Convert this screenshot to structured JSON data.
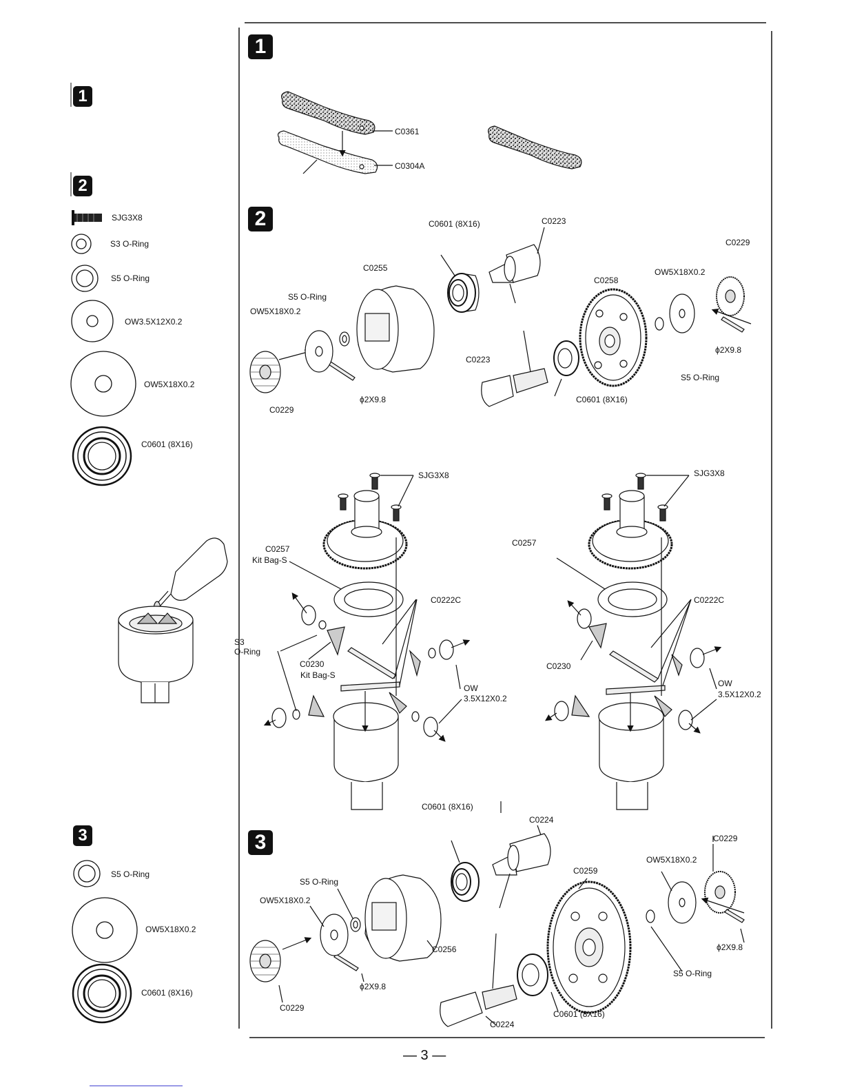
{
  "steps": {
    "step1_badge": "1",
    "step2_badge": "2",
    "step3_badge": "3"
  },
  "sidebar": {
    "step2_parts": [
      {
        "label": "SJG3X8"
      },
      {
        "label": "S3 O-Ring"
      },
      {
        "label": "S5 O-Ring"
      },
      {
        "label": "OW3.5X12X0.2"
      },
      {
        "label": "OW5X18X0.2"
      },
      {
        "label": "C0601 (8X16)"
      }
    ],
    "step3_parts": [
      {
        "label": "S5 O-Ring"
      },
      {
        "label": "OW5X18X0.2"
      },
      {
        "label": "C0601 (8X16)"
      }
    ]
  },
  "step1": {
    "labels": {
      "top_plate": "C0361",
      "bottom_plate": "C0304A"
    }
  },
  "step2": {
    "labels": {
      "bearing_top": "C0601 (8X16)",
      "cup_top": "C0223",
      "gear_right": "C0229",
      "case": "C0255",
      "ring_gear": "C0258",
      "washer_right": "OW5X18X0.2",
      "oring_left": "S5 O-Ring",
      "washer_left": "OW5X18X0.2",
      "cup_bottom": "C0223",
      "pin_right": "ϕ2X9.8",
      "oring_right": "S5 O-Ring",
      "pin_left": "ϕ2X9.8",
      "bearing_bottom": "C0601 (8X16)",
      "gear_left": "C0229"
    }
  },
  "assembly": {
    "left": {
      "screws": "SJG3X8",
      "gasket_code": "C0257",
      "gasket_bag": "Kit Bag-S",
      "cross_shaft": "C0222C",
      "oring_a": "S3",
      "oring_b": "O-Ring",
      "bevel_code": "C0230",
      "bevel_bag": "Kit Bag-S",
      "washer_a": "OW",
      "washer_b": "3.5X12X0.2"
    },
    "right": {
      "screws": "SJG3X8",
      "gasket_code": "C0257",
      "cross_shaft": "C0222C",
      "bevel_code": "C0230",
      "washer_a": "OW",
      "washer_b": "3.5X12X0.2"
    },
    "bearing_note": "C0601 (8X16)"
  },
  "step3": {
    "labels": {
      "cup_top": "C0224",
      "gear_right": "C0229",
      "washer_right": "OW5X18X0.2",
      "ring_gear": "C0259",
      "oring_left": "S5 O-Ring",
      "washer_left": "OW5X18X0.2",
      "pin_right": "ϕ2X9.8",
      "case": "C0256",
      "oring_right": "S5 O-Ring",
      "pin_left": "ϕ2X9.8",
      "gear_left": "C0229",
      "bearing_bottom": "C0601 (8X16)",
      "cup_bottom": "C0224"
    }
  },
  "footer": {
    "page_number": "— 3 —"
  }
}
